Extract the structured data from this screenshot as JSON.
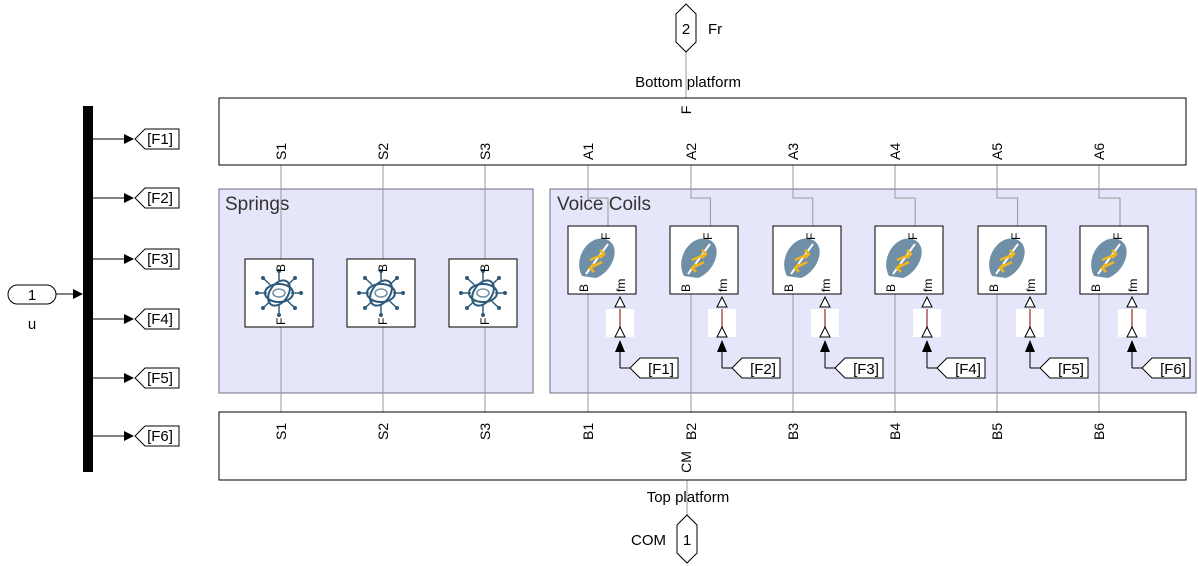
{
  "outports": [
    {
      "number": "2",
      "label": "Fr"
    },
    {
      "number": "1",
      "label": "COM"
    }
  ],
  "inport": {
    "number": "1",
    "label": "u"
  },
  "bottom_platform": {
    "label": "Bottom platform",
    "port_F": "F",
    "ports": [
      "S1",
      "S2",
      "S3",
      "A1",
      "A2",
      "A3",
      "A4",
      "A5",
      "A6"
    ]
  },
  "top_platform": {
    "label": "Top platform",
    "port_CM": "CM",
    "ports": [
      "S1",
      "S2",
      "S3",
      "B1",
      "B2",
      "B3",
      "B4",
      "B5",
      "B6"
    ]
  },
  "areas": {
    "springs": "Springs",
    "voice_coils": "Voice Coils"
  },
  "springs": [
    {
      "port_B": "B",
      "port_F": "F"
    },
    {
      "port_B": "B",
      "port_F": "F"
    },
    {
      "port_B": "B",
      "port_F": "F"
    }
  ],
  "voice_coils": [
    {
      "port_F": "F",
      "port_B": "B",
      "port_fm": "fm",
      "goto": "[F1]"
    },
    {
      "port_F": "F",
      "port_B": "B",
      "port_fm": "fm",
      "goto": "[F2]"
    },
    {
      "port_F": "F",
      "port_B": "B",
      "port_fm": "fm",
      "goto": "[F3]"
    },
    {
      "port_F": "F",
      "port_B": "B",
      "port_fm": "fm",
      "goto": "[F4]"
    },
    {
      "port_F": "F",
      "port_B": "B",
      "port_fm": "fm",
      "goto": "[F5]"
    },
    {
      "port_F": "F",
      "port_B": "B",
      "port_fm": "fm",
      "goto": "[F6]"
    }
  ],
  "demux_goto": [
    "[F1]",
    "[F2]",
    "[F3]",
    "[F4]",
    "[F5]",
    "[F6]"
  ],
  "colors": {
    "area_fill": "#e6e6fa",
    "area_border": "#6f6f7f",
    "coil_fill": "#6f8fa6",
    "coil_arrow": "#f2b51c",
    "spring_fill": "#2d5a7a",
    "signal_line": "#c08080"
  }
}
